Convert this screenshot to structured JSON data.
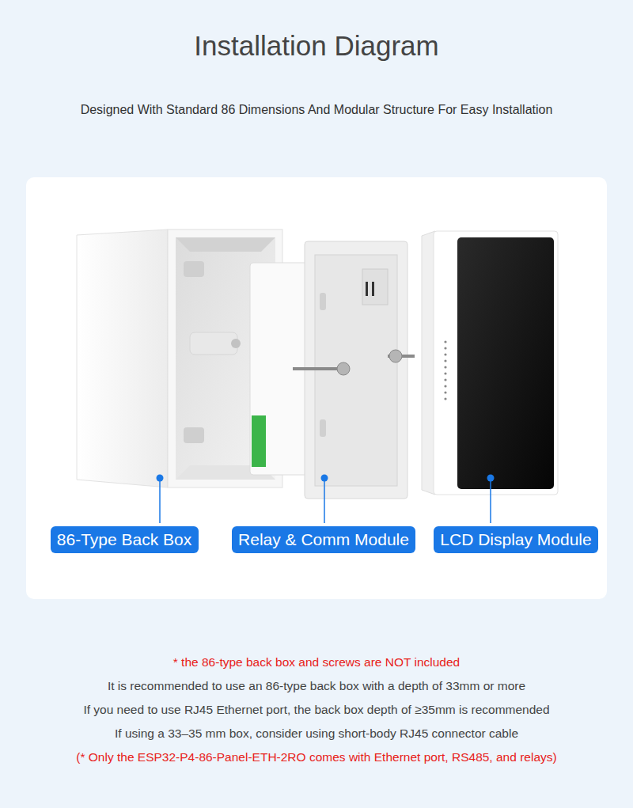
{
  "diagram": {
    "title": "Installation Diagram",
    "nodes": [
      {
        "text": [
          "86-Type Back Box"
        ]
      },
      {
        "text": [
          "Relay & Comm Module"
        ]
      },
      {
        "text": [
          "LCD Display Module"
        ]
      }
    ],
    "labels": [
      "Designed With Standard 86 Dimensions And Modular Structure For Easy Installation",
      "* the 86-type back box and screws are NOT included",
      "It is recommended to use an 86-type back box with a depth of 33mm or more",
      "If you need to use RJ45 Ethernet port, the back box depth of ≥35mm is recommended",
      "If using a 33–35 mm box, consider using short-body RJ45 connector cable",
      "(* Only the ESP32-P4-86-Panel-ETH-2RO comes with Ethernet port, RS485, and relays)"
    ]
  }
}
